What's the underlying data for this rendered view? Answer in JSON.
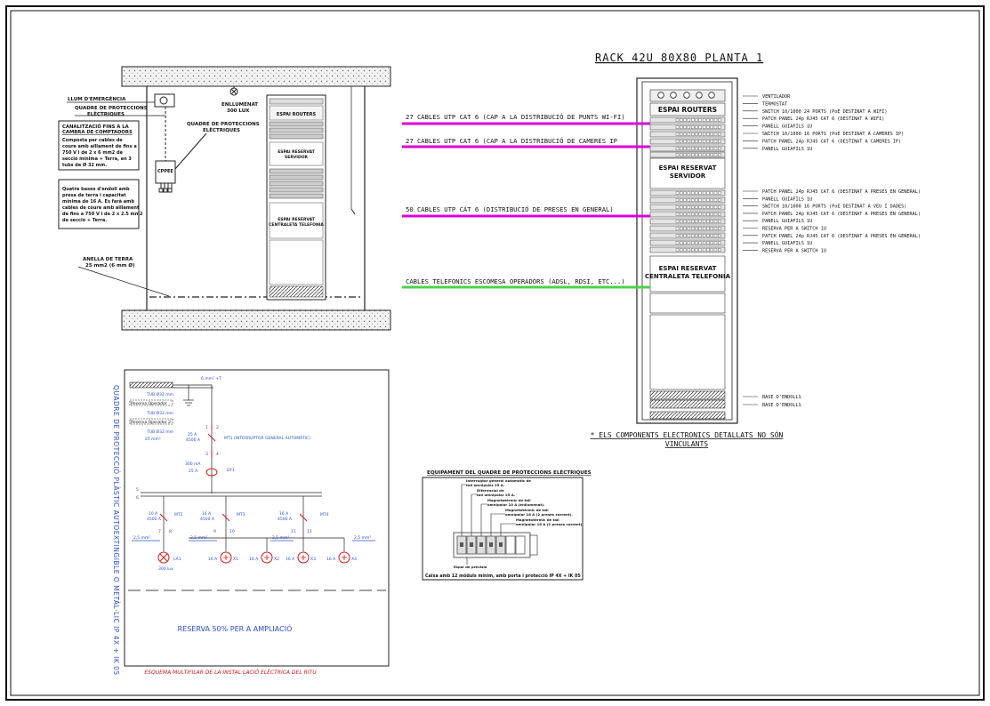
{
  "colors": {
    "wifi_cable": "#e000d8",
    "cam_cable": "#e000d8",
    "general_cable": "#e000d8",
    "phone_cable": "#4cd24c",
    "schematic_text": "#2b4fd6",
    "schematic_red": "#d11a1a"
  },
  "left_drawing": {
    "llum_emergencia": "LLUM D'EMERGÈNCIA",
    "quadre_prot_1a": "QUADRE DE PROTECCIONS",
    "quadre_prot_1b": "ELÈCTRIQUES",
    "enllumenat_a": "ENLLUMENAT",
    "enllumenat_b": "300 LUX",
    "quadre_prot_2a": "QUADRE DE PROTECCIONS",
    "quadre_prot_2b": "ELÈCTRIQUES",
    "canal_title_a": "CANALITZACIÓ FINS A LA",
    "canal_title_b": "CAMBRA DE COMPTADORS",
    "canal_text": [
      "Composta per cables de",
      "coure amb aïllament de fins a",
      "750 V i de 2 x 6 mm2 de",
      "secció mínima + Terra, en 3",
      "tubs de Ø 32 mm."
    ],
    "bases_text": [
      "Quatre bases d'endoll amb",
      "presa de terra i capacitat",
      "mínima de 16 A. Es farà amb",
      "cables de coure amb aïllament",
      "de fins a 750 V i de 2 x 2.5 mm2",
      "de secció + Terra."
    ],
    "cppee": "CPPEE",
    "anella_a": "ANELLA DE TERRA",
    "anella_b": "25 mm2 (6 mm Ø)",
    "mini_routers": "ESPAI ROUTERS",
    "mini_servidor_a": "ESPAI RESERVAT",
    "mini_servidor_b": "SERVIDOR",
    "mini_central_a": "ESPAI RESERVAT",
    "mini_central_b": "CENTRALETA TELEFONIA"
  },
  "rack": {
    "title": "RACK 42U 80X80 PLANTA 1",
    "routers": "ESPAI ROUTERS",
    "servidor_a": "ESPAI RESERVAT",
    "servidor_b": "SERVIDOR",
    "central_a": "ESPAI RESERVAT",
    "central_b": "CENTRALETA TELEFONIA",
    "cable_wifi": "27 CABLES UTP CAT 6 (CAP A LA DISTRIBUCIÓ DE PUNTS WI-FI)",
    "cable_cam": "27 CABLES UTP CAT 6 (CAP A LA DISTRIBUCIÓ DE CAMERES IP",
    "cable_general": "50 CABLES UTP CAT 6 (DISTRIBUCIÓ DE PRESES EN GENERAL)",
    "cable_phone": "CABLES TELEFONICS ESCOMESA OPERADORS (ADSL, RDSI, ETC...)",
    "labels_top": [
      "VENTILADOR",
      "TERMOSTAT",
      "SWITCH 10/1000 24 PORTS (PoE DESTINAT A WIFI)",
      "PATCH PANEL 24p RJ45 CAT 6 (DESTINAT A WIFI)",
      "PANELL GUIAFILS 1U",
      "SWITCH 10/1000 16 PORTS (PoE DESTINAT A CAMERES IP)",
      "PATCH PANEL 24p RJ45 CAT 6 (DESTINAT A CAMERES IP)",
      "PANELL GUIAFILS 1U"
    ],
    "labels_mid": [
      "PATCH PANEL 24p RJ45 CAT 6 (DESTINAT A PRESES EN GENERAL)",
      "PANELL GUIAFILS 1U",
      "SWITCH 10/1000 16 PORTS (PoE DESTINAT A VEU I DADES)",
      "PATCH PANEL 24p RJ45 CAT 6 (DESTINAT A PRESES EN GENERAL)",
      "PANELL GUIAFILS 1U",
      "RESERVA PER A SWITCH 1U",
      "PATCH PANEL 24p RJ45 CAT 6 (DESTINAT A PRESES EN GENERAL)",
      "PANELL GUIAFILS 1U",
      "RESERVA PER A SWITCH 1U"
    ],
    "labels_base": [
      "BASE D'ENDOLLS",
      "BASE D'ENDOLLS"
    ],
    "note_a": "* ELS COMPONENTS ELECTRONICS DETALLATS NO SÓN",
    "note_b": "VINCULANTS"
  },
  "schematic": {
    "vertical_title": "QUADRE DE PROTECCIÓ PLÀSTIC AUTOEXTINGIBLE O METÀL·LIC IP 4X + IK 05",
    "tub1": "TUB Ø32 mm",
    "tub2": "TUB Ø32 mm",
    "tub3": "TUB Ø32 mm",
    "reserva_op1": "Reserva Operador",
    "reserva_op2": "Reserva Operador 2",
    "s25": "25 mm²",
    "s6": "6 mm² +T",
    "mt1_a": "25 A",
    "mt1_b": "4500 A",
    "mt1": "MT1 (INTERRUPTOR GENERAL AUTOMÀTIC)",
    "df1_a": "300 mA",
    "df1_b": "25 A",
    "df1": "DF1",
    "mt2_a": "10 A",
    "mt2_b": "4500 A",
    "mt2": "MT2",
    "mt3_a": "16 A",
    "mt3_b": "4500 A",
    "mt3": "MT3",
    "mt4_a": "16 A",
    "mt4_b": "4500 A",
    "mt4": "MT4",
    "wire25": "2,5 mm²",
    "la1": "LA1",
    "lux": "300 lux",
    "x1": "X1",
    "x2": "X2",
    "x3": "X3",
    "x4": "X4",
    "a16": "16 A",
    "reserva": "RESERVA 50% PER A AMPLIACIÓ",
    "caption": "ESQUEMA MULTIFILAR DE LA INSTAL·LACIÓ ELÈCTRICA DEL RITU",
    "n1": "1",
    "n2": "2",
    "n3": "3",
    "n4": "4",
    "n5": "5",
    "n6": "6",
    "n7": "7",
    "n8": "8",
    "n9": "9",
    "n10": "10",
    "n11": "11",
    "n12": "12"
  },
  "equipment": {
    "title": "EQUIPAMENT DEL QUADRE DE PROTECCIONS ELÈCTRIQUES",
    "l1a": "Interruptor general automàtic de",
    "l1b": "tall omnipolar 25 A.",
    "l2a": "Diferencial de",
    "l2b": "tall omnipolar 25 A.",
    "l3a": "Magnetotèrmic de tall",
    "l3b": "omnipolar 10 A (enllumenat).",
    "l4a": "Magnetotèrmic de tall",
    "l4b": "omnipolar 16 A (2 preses corrent).",
    "l5a": "Magnetotèrmic de tall",
    "l5b": "omnipolar 16 A (2 preses corrent).",
    "espai": "Espai de previsió",
    "caption": "Caixa amb 12 mòduls mínim, amb porta i protecció IP 4X + IK 05"
  }
}
